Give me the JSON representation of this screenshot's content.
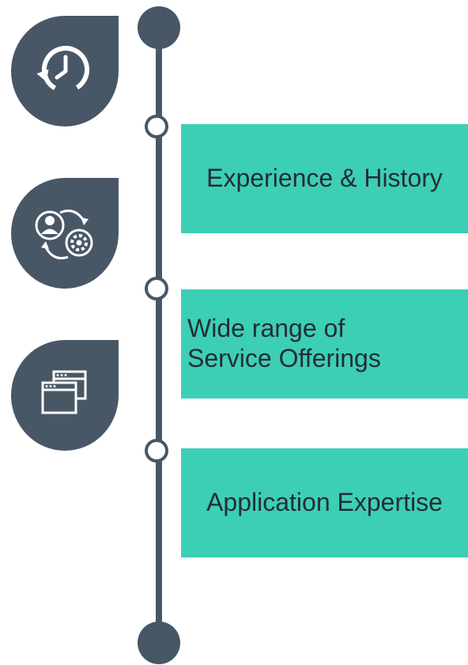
{
  "colors": {
    "timeline": "#485766",
    "card_background": "#3ccfb5",
    "card_text": "#252d33",
    "node_fill": "#ffffff"
  },
  "items": [
    {
      "icon": "history-clock-icon",
      "label": "Experience & History"
    },
    {
      "icon": "user-gear-cycle-icon",
      "label": "Wide range of\nService Offerings"
    },
    {
      "icon": "application-windows-icon",
      "label": "Application Expertise"
    }
  ]
}
